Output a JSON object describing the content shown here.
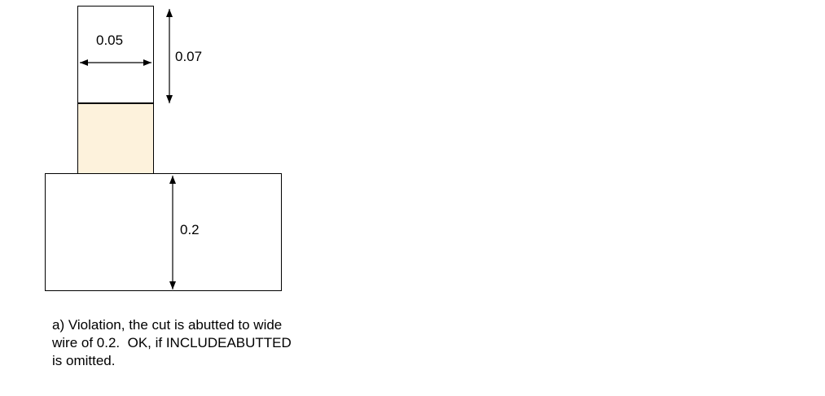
{
  "diagram": {
    "labels": {
      "width_dim": "0.05",
      "extension_dim": "0.07",
      "wire_width_dim": "0.2"
    },
    "colors": {
      "cut_fill": "#fdf2dc",
      "outline": "#000000",
      "background": "#ffffff"
    }
  },
  "caption": {
    "lines": [
      "a) Violation, the cut is abutted to wide",
      "wire of 0.2.  OK, if INCLUDEABUTTED",
      "is omitted."
    ]
  }
}
